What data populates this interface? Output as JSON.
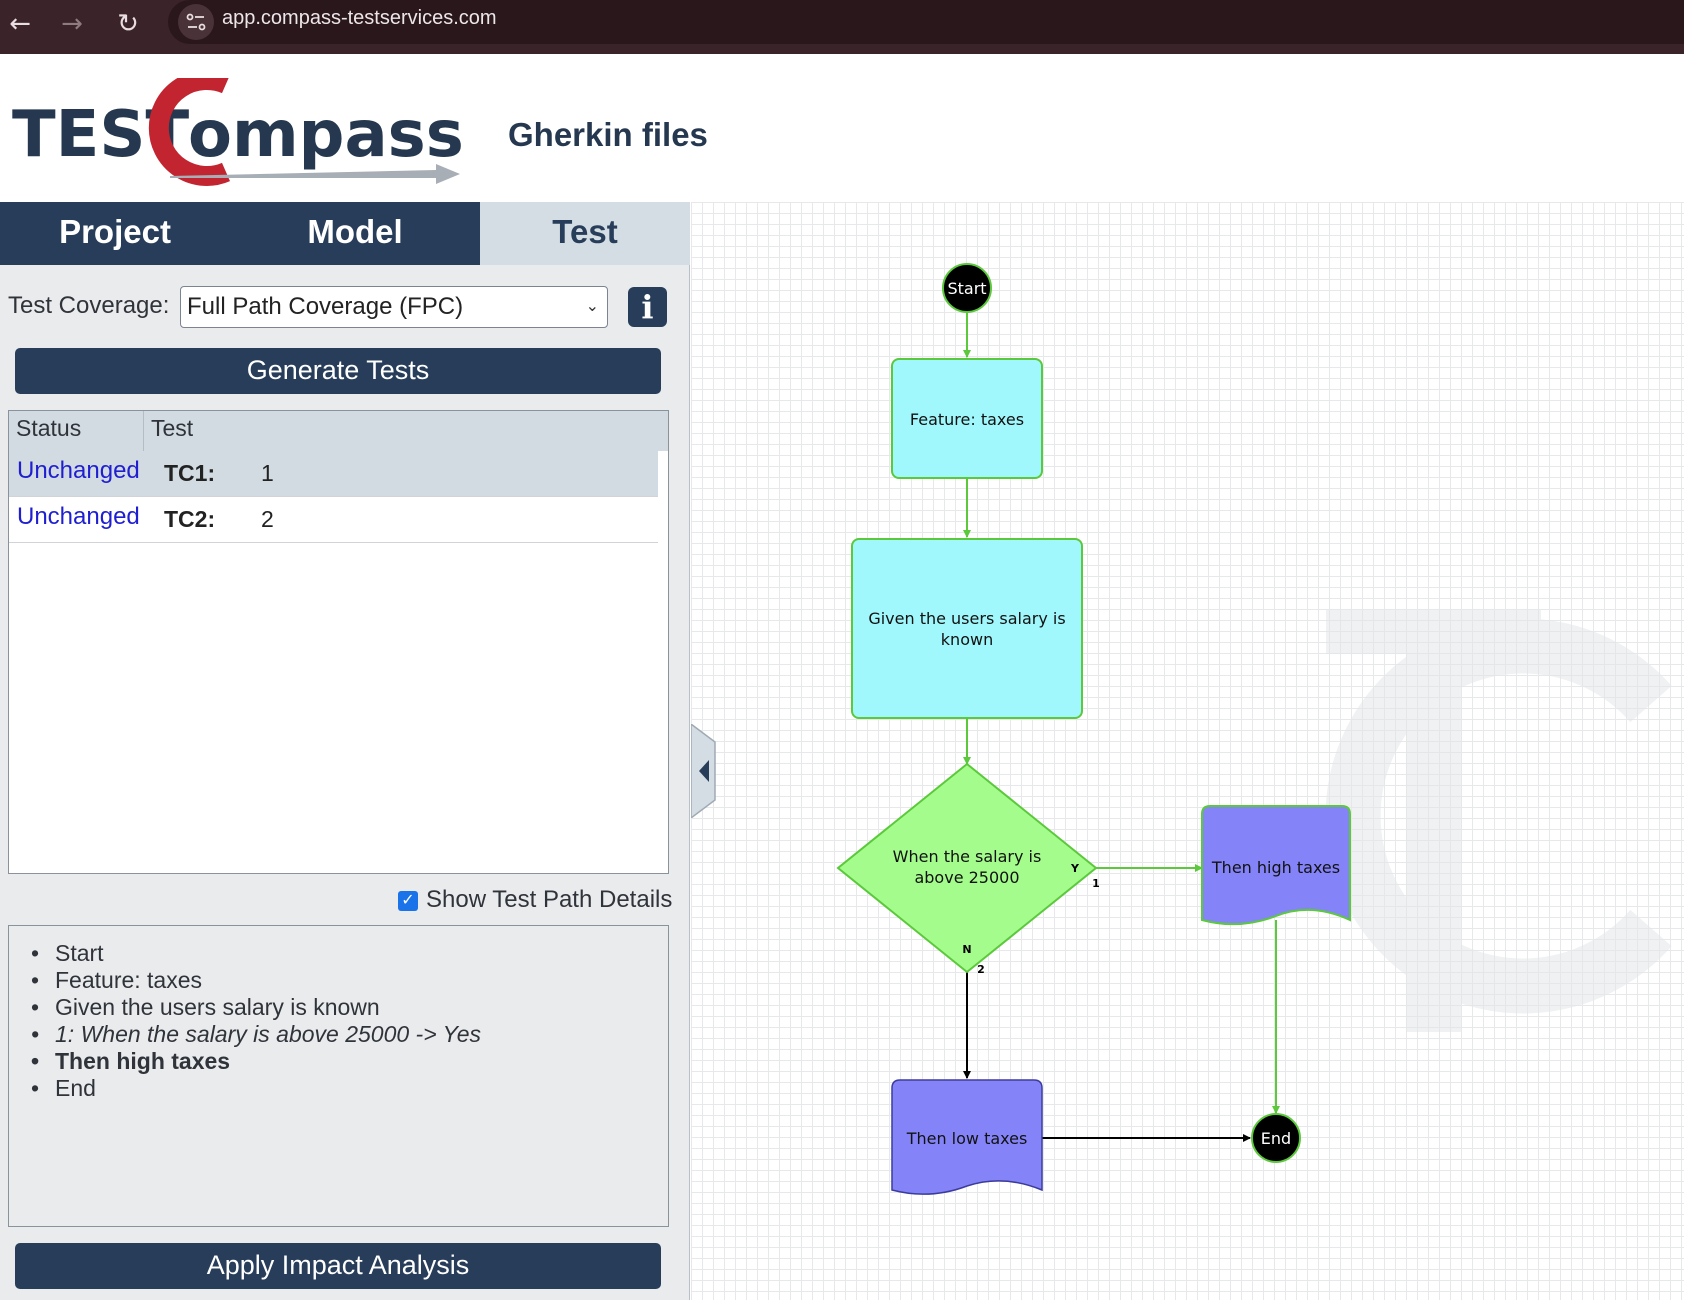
{
  "browser": {
    "url": "app.compass-testservices.com",
    "back_icon": "back-arrow-icon",
    "forward_icon": "forward-arrow-icon",
    "reload_icon": "reload-icon",
    "site_settings_icon": "tune-icon"
  },
  "header": {
    "logo_test": "TEST",
    "logo_compass": "ompass",
    "title": "Gherkin files"
  },
  "tabs": [
    {
      "label": "Project",
      "active": false
    },
    {
      "label": "Model",
      "active": false
    },
    {
      "label": "Test",
      "active": true
    }
  ],
  "coverage": {
    "label": "Test Coverage:",
    "selected": "Full Path Coverage (FPC)",
    "info_icon": "info-icon"
  },
  "buttons": {
    "generate": "Generate Tests",
    "apply": "Apply Impact Analysis"
  },
  "table": {
    "columns": [
      "Status",
      "Test"
    ],
    "rows": [
      {
        "status": "Unchanged",
        "id": "TC1:",
        "num": "1",
        "selected": true
      },
      {
        "status": "Unchanged",
        "id": "TC2:",
        "num": "2",
        "selected": false
      }
    ]
  },
  "details": {
    "checkbox_label": "Show Test Path Details",
    "checked": true,
    "path": [
      {
        "text": "Start",
        "style": "normal"
      },
      {
        "text": "Feature: taxes",
        "style": "normal"
      },
      {
        "text": "Given the users salary is known",
        "style": "normal"
      },
      {
        "text": "1: When the salary is above 25000 -> Yes",
        "style": "italic"
      },
      {
        "text": "Then high taxes",
        "style": "bold"
      },
      {
        "text": "End",
        "style": "normal"
      }
    ]
  },
  "diagram": {
    "start": "Start",
    "feature": "Feature: taxes",
    "given_line1": "Given the users salary is",
    "given_line2": "known",
    "when_line1": "When the salary is",
    "when_line2": "above 25000",
    "then_high": "Then high taxes",
    "then_low": "Then low taxes",
    "end": "End",
    "yes_label": "Y",
    "yes_num": "1",
    "no_label": "N",
    "no_num": "2",
    "watermark": "TC",
    "colors": {
      "feature_fill": "#a0f8fc",
      "decision_fill": "#a4fc8c",
      "then_fill": "#8484f8",
      "stroke": "#5cc83c",
      "node_black": "#000000"
    }
  }
}
